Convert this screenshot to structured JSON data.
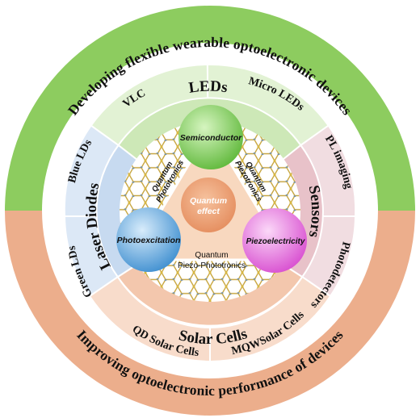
{
  "outer_ring": {
    "top_text": "Developing flexible wearable optoelectronic devices",
    "bottom_text": "Improving optoelectronic performance of devices",
    "colors": {
      "green": "#8dcc5f",
      "salmon": "#ecae8c"
    }
  },
  "sectors": {
    "leds": {
      "main": "LEDs",
      "subs": [
        "VLC",
        "Micro LEDs"
      ],
      "color": "#cde8b7",
      "sub_color": "#e2f2d4"
    },
    "sensors": {
      "main": "Sensors",
      "subs": [
        "PL imaging",
        "Photodetectors"
      ],
      "color": "#e8c2c9",
      "sub_color": "#f1dde1"
    },
    "solar": {
      "main": "Solar Cells",
      "subs": [
        "QD Solar Cells",
        "MQWSolar Cells"
      ],
      "color": "#f3c7ad",
      "sub_color": "#f8dccb"
    },
    "laser": {
      "main": "Laser Diodes",
      "subs": [
        "Green LDs",
        "Blue LDs"
      ],
      "color": "#c7daf0",
      "sub_color": "#dce8f6"
    }
  },
  "core": {
    "semiconductor": "Semiconductor",
    "photoexcitation": "Photoexcitation",
    "piezoelectricity": "Piezoelectricity",
    "center": [
      "Quantum",
      "effect"
    ],
    "quantum_phototronics": [
      "Quantum",
      "Phototronics"
    ],
    "quantum_piezotronics": [
      "Quantum",
      "Piezotronics"
    ],
    "quantum_piezo_phototronics": [
      "Quantum",
      "Piezo-Phototronics"
    ],
    "colors": {
      "semiconductor": "#7fcf5a",
      "photoexcitation": "#5aa6dd",
      "piezoelectricity": "#e86de0",
      "center": "#e8966a",
      "triangle": "#f8d8bf"
    }
  }
}
